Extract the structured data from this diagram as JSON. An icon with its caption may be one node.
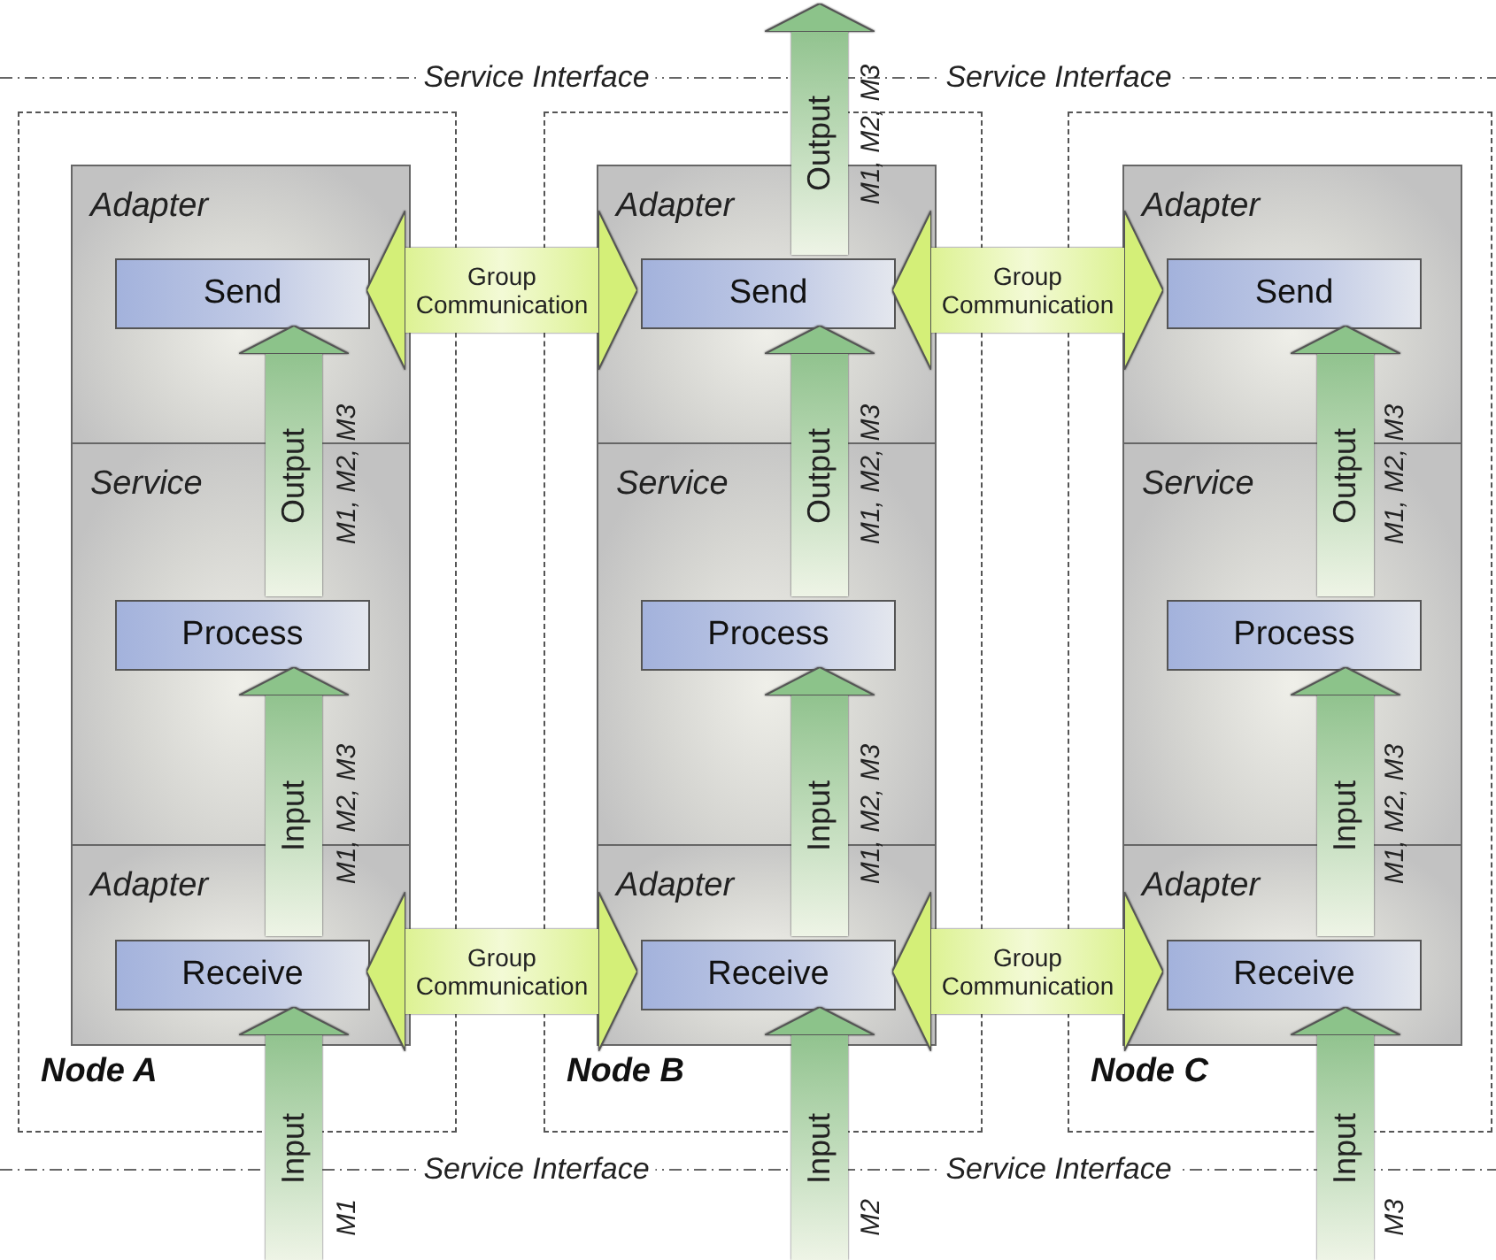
{
  "diagram": {
    "nodes": [
      {
        "text": [
          "Node A"
        ]
      },
      {
        "text": [
          "Adapter"
        ],
        "in": 0
      },
      {
        "text": [
          "Send"
        ],
        "in": 1
      },
      {
        "text": [
          "Service"
        ],
        "in": 0
      },
      {
        "text": [
          "Process"
        ],
        "in": 3
      },
      {
        "text": [
          "Adapter"
        ],
        "in": 0
      },
      {
        "text": [
          "Receive"
        ],
        "in": 5
      },
      {
        "text": [
          "Node B"
        ]
      },
      {
        "text": [
          "Adapter"
        ],
        "in": 7
      },
      {
        "text": [
          "Send"
        ],
        "in": 8
      },
      {
        "text": [
          "Service"
        ],
        "in": 7
      },
      {
        "text": [
          "Process"
        ],
        "in": 10
      },
      {
        "text": [
          "Adapter"
        ],
        "in": 7
      },
      {
        "text": [
          "Receive"
        ],
        "in": 12
      },
      {
        "text": [
          "Node C"
        ]
      },
      {
        "text": [
          "Adapter"
        ],
        "in": 14
      },
      {
        "text": [
          "Send"
        ],
        "in": 15
      },
      {
        "text": [
          "Service"
        ],
        "in": 14
      },
      {
        "text": [
          "Process"
        ],
        "in": 17
      },
      {
        "text": [
          "Adapter"
        ],
        "in": 14
      },
      {
        "text": [
          "Receive"
        ],
        "in": 19
      }
    ],
    "edges": [
      {
        "from": 4,
        "to": 2,
        "arrow": "to",
        "label": "Output"
      },
      {
        "from": 6,
        "to": 4,
        "arrow": "to",
        "label": "Input"
      },
      {
        "from": null,
        "to": 6,
        "arrow": "to",
        "label": "Input"
      },
      {
        "from": 11,
        "to": 9,
        "arrow": "to",
        "label": "Output"
      },
      {
        "from": 13,
        "to": 11,
        "arrow": "to",
        "label": "Input"
      },
      {
        "from": null,
        "to": 13,
        "arrow": "to",
        "label": "Input"
      },
      {
        "from": 9,
        "to": null,
        "arrow": "to",
        "label": "Output"
      },
      {
        "from": 18,
        "to": 16,
        "arrow": "to",
        "label": "Output"
      },
      {
        "from": 20,
        "to": 18,
        "arrow": "to",
        "label": "Input"
      },
      {
        "from": null,
        "to": 20,
        "arrow": "to",
        "label": "Input"
      },
      {
        "from": 2,
        "to": 9,
        "arrow": "both",
        "label": "Group Communication",
        "color": "#d4ef78"
      },
      {
        "from": 9,
        "to": 16,
        "arrow": "both",
        "label": "Group Communication",
        "color": "#d4ef78"
      },
      {
        "from": 6,
        "to": 13,
        "arrow": "both",
        "label": "Group Communication",
        "color": "#d4ef78"
      },
      {
        "from": 13,
        "to": 20,
        "arrow": "both",
        "label": "Group Communication",
        "color": "#d4ef78"
      }
    ],
    "labels": [
      "Service Interface",
      "M1, M2, M3",
      "Service Interface",
      "M1, M2, M3",
      "M1, M2, M3",
      "M1, M2, M3",
      "M1, M2, M3",
      "M1, M2, M3",
      "M1, M2, M3",
      "Service Interface",
      "Service Interface",
      "M1",
      "M2",
      "M3"
    ]
  }
}
